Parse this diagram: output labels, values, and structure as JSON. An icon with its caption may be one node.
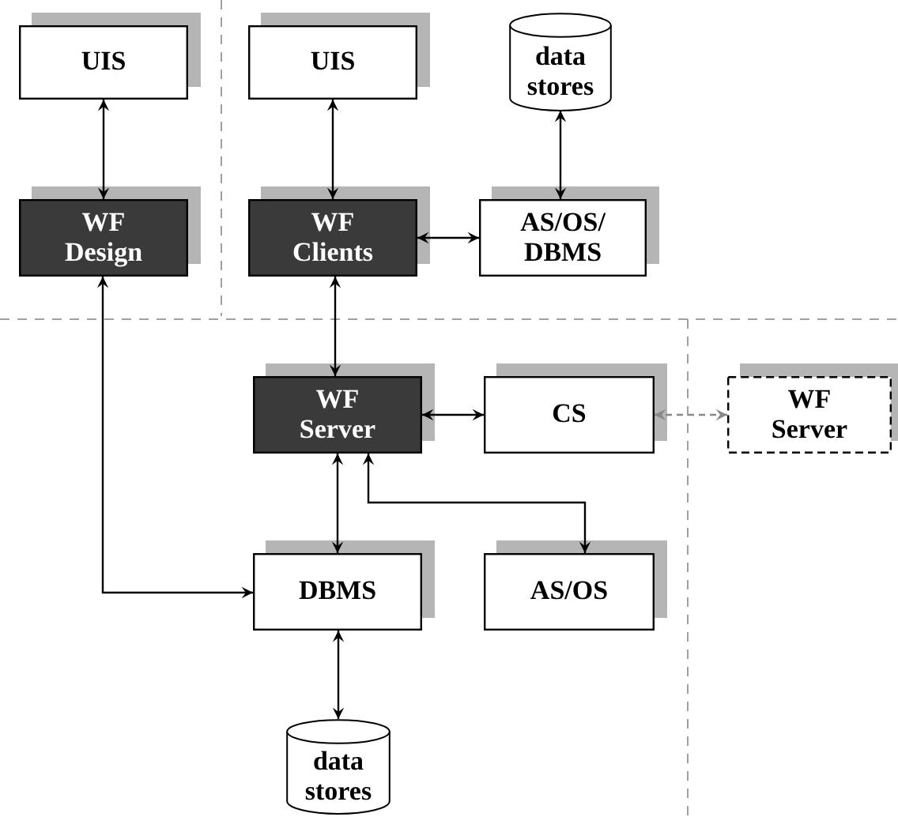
{
  "diagram": {
    "nodes": [
      {
        "text": [
          "UIS"
        ]
      },
      {
        "text": [
          "UIS"
        ]
      },
      {
        "text": [
          "data stores"
        ]
      },
      {
        "text": [
          "WF Design"
        ]
      },
      {
        "text": [
          "WF Clients"
        ]
      },
      {
        "text": [
          "AS/OS/ DBMS"
        ]
      },
      {
        "text": [
          "WF Server"
        ]
      },
      {
        "text": [
          "CS"
        ]
      },
      {
        "text": [
          "WF Server"
        ]
      },
      {
        "text": [
          "DBMS"
        ]
      },
      {
        "text": [
          "AS/OS"
        ]
      },
      {
        "text": [
          "data stores"
        ]
      }
    ],
    "edges": [
      {
        "from": 0,
        "to": 3,
        "arrow": "both"
      },
      {
        "from": 1,
        "to": 4,
        "arrow": "both"
      },
      {
        "from": 2,
        "to": 5,
        "arrow": "both"
      },
      {
        "from": 4,
        "to": 5,
        "arrow": "both"
      },
      {
        "from": 4,
        "to": 6,
        "arrow": "both"
      },
      {
        "from": 3,
        "to": 9,
        "arrow": "both"
      },
      {
        "from": 6,
        "to": 7,
        "arrow": "both"
      },
      {
        "from": 7,
        "to": 8,
        "arrow": "both",
        "style": "dashed",
        "color": "#888888"
      },
      {
        "from": 6,
        "to": 9,
        "arrow": "both"
      },
      {
        "from": 6,
        "to": 10,
        "arrow": "both"
      },
      {
        "from": 9,
        "to": 11,
        "arrow": "both"
      }
    ]
  }
}
